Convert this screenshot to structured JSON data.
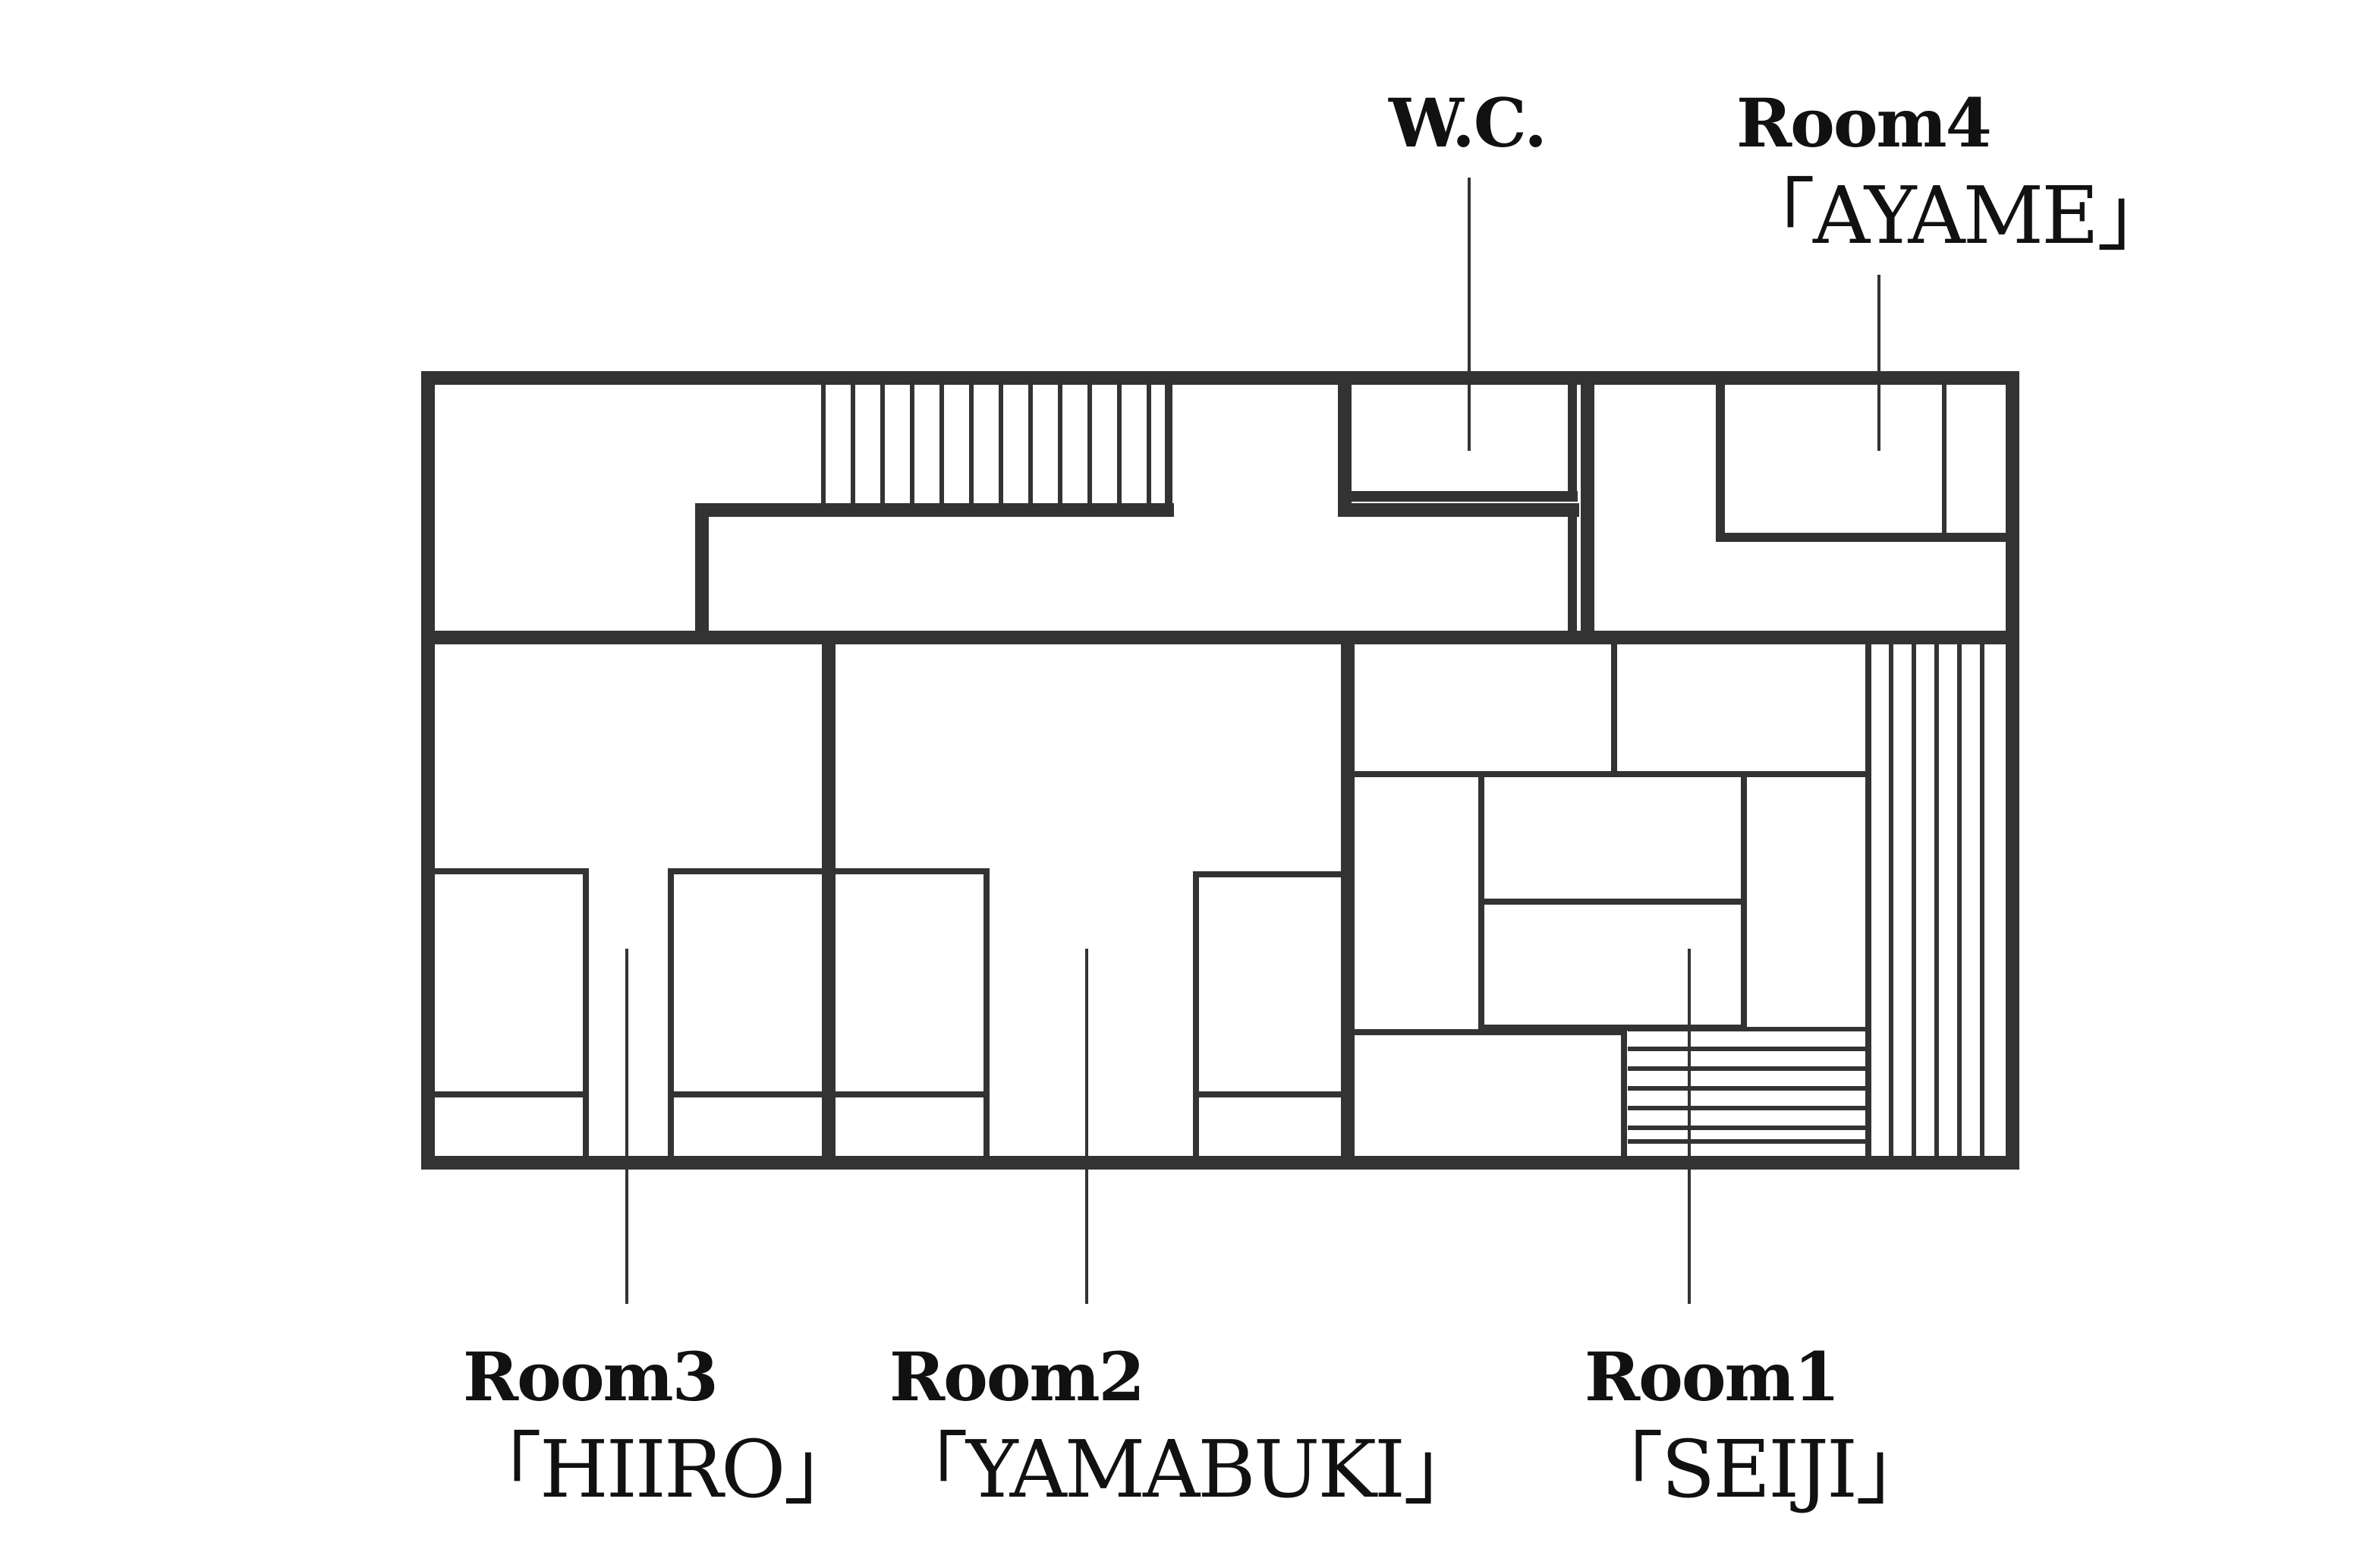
{
  "colors": {
    "wall": "#333333",
    "text": "#111111",
    "background": "#ffffff"
  },
  "labels": {
    "wc": {
      "name": "W.C."
    },
    "room4": {
      "name": "Room4",
      "sub": "「AYAME」"
    },
    "room3": {
      "name": "Room3",
      "sub": "「HIIRO」"
    },
    "room2": {
      "name": "Room2",
      "sub": "「YAMABUKI」"
    },
    "room1": {
      "name": "Room1",
      "sub": "「SEIJI」"
    }
  }
}
